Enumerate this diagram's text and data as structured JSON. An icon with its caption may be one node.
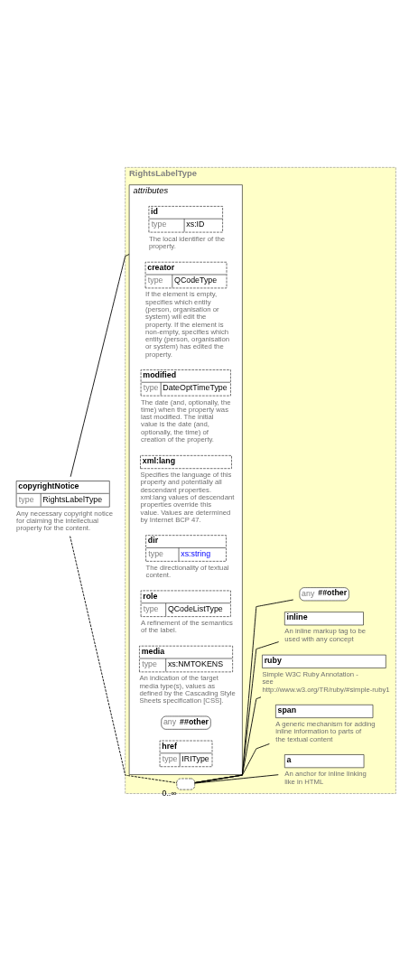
{
  "diagram": {
    "nodes": [
      {
        "text": [
          "copyrightNotice",
          "type",
          "RightsLabelType"
        ],
        "beside": [
          "Any necessary copyright notice for claiming the intellectual property for the content."
        ]
      },
      {
        "text": [
          "RightsLabelType"
        ]
      },
      {
        "text": [
          "attributes"
        ],
        "in": 1
      },
      {
        "text": [
          "id",
          "type",
          "xs:ID"
        ],
        "beside": [
          "The local identifier of the property."
        ],
        "in": 2
      },
      {
        "text": [
          "creator",
          "type",
          "QCodeType"
        ],
        "beside": [
          "If the element is empty, specifies which entity (person, organisation or system) will edit the property. If the element is non-empty, specifies which entity (person, organisation or system) has edited the property."
        ],
        "in": 2
      },
      {
        "text": [
          "modified",
          "type",
          "DateOptTimeType"
        ],
        "beside": [
          "The date (and, optionally, the time) when the property was last modified. The initial value is the date (and, optionally, the time) of creation of the property."
        ],
        "in": 2
      },
      {
        "text": [
          "xml:lang"
        ],
        "beside": [
          "Specifies the language of this property and potentially all descendant properties. xml:lang values of descendant properties override this value. Values are determined by Internet BCP 47."
        ],
        "in": 2
      },
      {
        "text": [
          "dir",
          "type",
          "xs:string"
        ],
        "beside": [
          "The directionality of textual content."
        ],
        "in": 2
      },
      {
        "text": [
          "role",
          "type",
          "QCodeListType"
        ],
        "beside": [
          "A refinement of the semantics of the label."
        ],
        "in": 2
      },
      {
        "text": [
          "media",
          "type",
          "xs:NMTOKENS"
        ],
        "beside": [
          "An indication of the target media type(s), values as defined by the Cascading Style Sheets specification [CSS]."
        ],
        "in": 2
      },
      {
        "text": [
          "any",
          "##other"
        ],
        "in": 2
      },
      {
        "text": [
          "href",
          "type",
          "IRIType"
        ],
        "in": 2
      },
      {
        "text": [],
        "shape": "box",
        "beside": [
          "0..∞"
        ],
        "in": 1
      },
      {
        "text": [
          "a"
        ],
        "beside": [
          "An anchor for inline linking like in HTML"
        ],
        "in": 1
      },
      {
        "text": [
          "span"
        ],
        "beside": [
          "A generic mechanism for adding inline information to parts of the textual content"
        ],
        "in": 1
      },
      {
        "text": [
          "ruby"
        ],
        "beside": [
          "Simple W3C Ruby Annotation - see http://www.w3.org/TR/ruby/#simple-ruby1"
        ],
        "in": 1
      },
      {
        "text": [
          "inline"
        ],
        "beside": [
          "An inline markup tag to be used with any concept"
        ],
        "in": 1
      },
      {
        "text": [
          "any",
          "##other"
        ],
        "in": 1
      }
    ],
    "edges": [
      {
        "from": 0,
        "to": 2,
        "arrow": "none"
      },
      {
        "from": 0,
        "to": 12,
        "arrow": "none",
        "style": "dashed"
      },
      {
        "from": 12,
        "to": 13,
        "arrow": "none"
      },
      {
        "from": 12,
        "to": 14,
        "arrow": "none"
      },
      {
        "from": 12,
        "to": 15,
        "arrow": "none"
      },
      {
        "from": 12,
        "to": 16,
        "arrow": "none"
      },
      {
        "from": 12,
        "to": 17,
        "arrow": "none"
      }
    ]
  }
}
